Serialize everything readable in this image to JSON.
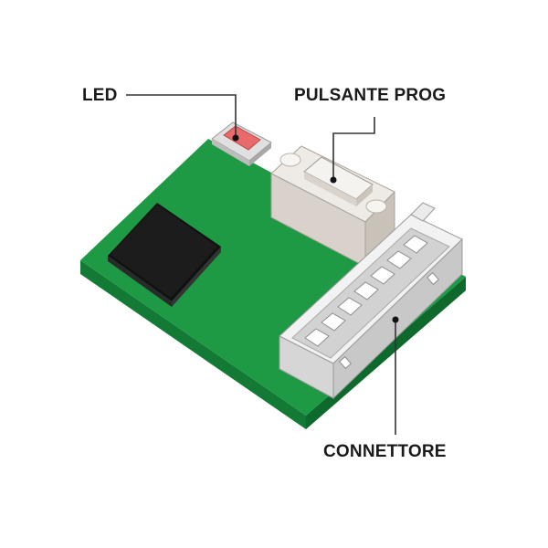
{
  "labels": {
    "led": "LED",
    "button": "PULSANTE PROG",
    "connector": "CONNETTORE"
  },
  "colors": {
    "pcb_top": "#1e9a45",
    "pcb_side": "#127a34",
    "chip": "#1c1c1c",
    "led_body": "#e86a6a",
    "button_body": "#e7e2dc",
    "connector_body": "#e8e8e8"
  },
  "components": [
    {
      "name": "LED",
      "icon": "led-icon"
    },
    {
      "name": "PULSANTE PROG",
      "icon": "push-button-icon"
    },
    {
      "name": "CONNETTORE",
      "icon": "connector-icon"
    },
    {
      "name": "chip",
      "icon": "ic-chip-icon"
    }
  ]
}
